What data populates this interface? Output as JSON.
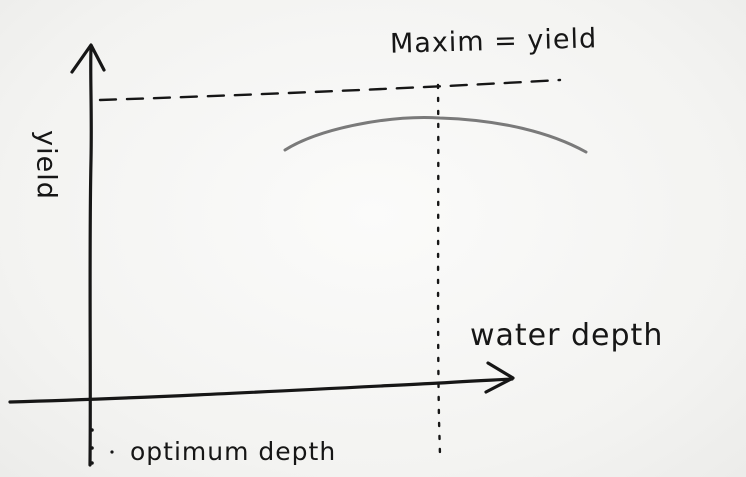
{
  "diagram": {
    "annotation_max": "Maxim = yield",
    "y_axis_label": "yield",
    "x_axis_label": "water depth",
    "bottom_label": "optimum depth",
    "ink_color": "#161616",
    "curve_color": "#7a7a7a"
  }
}
